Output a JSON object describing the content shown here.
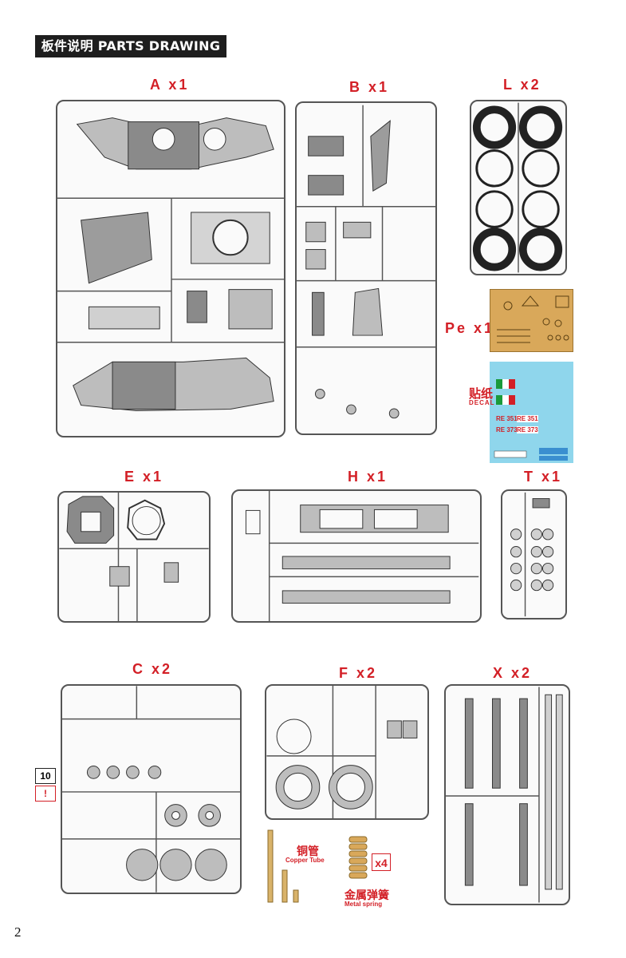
{
  "header": {
    "title": "板件说明 PARTS DRAWING"
  },
  "sprues": {
    "A": "A x1",
    "B": "B x1",
    "L": "L x2",
    "Pe": "Pe x1",
    "E": "E x1",
    "H": "H x1",
    "T": "T x1",
    "C": "C x2",
    "F": "F x2",
    "X": "X x2"
  },
  "decal": {
    "watermark_cn": "贴纸",
    "watermark_en": "DECAL",
    "codes": [
      "RE 351",
      "RE 373",
      "RE 351",
      "RE 373"
    ]
  },
  "extras": {
    "copper_tube_cn": "铜管",
    "copper_tube_en": "Copper Tube",
    "spring_cn": "金属弹簧",
    "spring_en": "Metal spring",
    "spring_qty": "x4"
  },
  "callout": {
    "number": "10",
    "mark": "!"
  },
  "page": {
    "number": "2"
  },
  "colors": {
    "accent": "#d31f26",
    "sprue_line": "#555555",
    "part_fill": "#bdbdbd",
    "decal_bg": "#8fd6ec",
    "pe_bg": "#d9a85a"
  }
}
